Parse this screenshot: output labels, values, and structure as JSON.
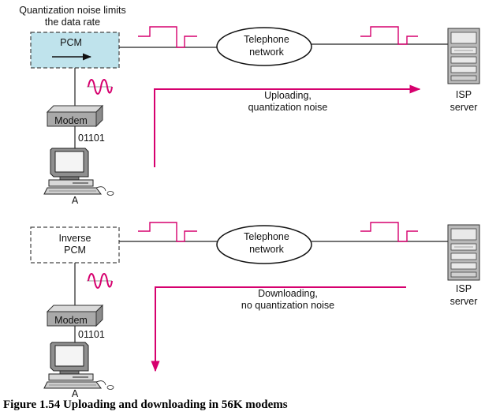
{
  "top": {
    "note_line1": "Quantization noise limits",
    "note_line2": "the data rate",
    "box_label": "PCM",
    "cloud_line1": "Telephone",
    "cloud_line2": "network",
    "server_line1": "ISP",
    "server_line2": "server",
    "modem_label": "Modem",
    "bits": "01101",
    "computer_label": "A",
    "direction_line1": "Uploading,",
    "direction_line2": "quantization noise"
  },
  "bottom": {
    "box_line1": "Inverse",
    "box_line2": "PCM",
    "cloud_line1": "Telephone",
    "cloud_line2": "network",
    "server_line1": "ISP",
    "server_line2": "server",
    "modem_label": "Modem",
    "bits": "01101",
    "computer_label": "A",
    "direction_line1": "Downloading,",
    "direction_line2": "no quantization noise"
  },
  "caption": "Figure 1.54 Uploading and downloading in 56K modems",
  "colors": {
    "signal": "#d6006e",
    "pcm_fill": "#bfe3ec",
    "line": "#222222",
    "device_gray": "#9a9a9a"
  }
}
